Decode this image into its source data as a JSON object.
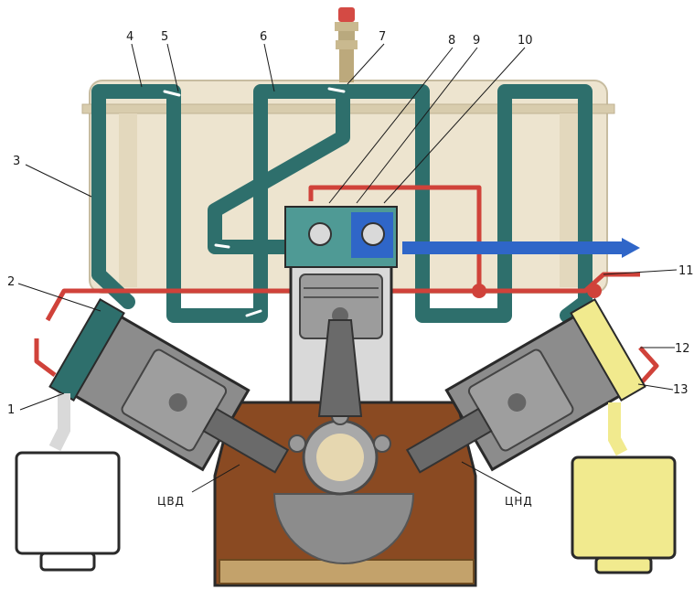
{
  "diagram": {
    "callouts": [
      {
        "id": "c1",
        "text": "1"
      },
      {
        "id": "c2",
        "text": "2"
      },
      {
        "id": "c3",
        "text": "3"
      },
      {
        "id": "c4",
        "text": "4"
      },
      {
        "id": "c5",
        "text": "5"
      },
      {
        "id": "c6",
        "text": "6"
      },
      {
        "id": "c7",
        "text": "7"
      },
      {
        "id": "c8",
        "text": "8"
      },
      {
        "id": "c9",
        "text": "9"
      },
      {
        "id": "c10",
        "text": "10"
      },
      {
        "id": "c11",
        "text": "11"
      },
      {
        "id": "c12",
        "text": "12"
      },
      {
        "id": "c13",
        "text": "13"
      }
    ],
    "cylinder_labels": {
      "high_pressure": "ЦВД",
      "low_pressure": "ЦНД"
    }
  },
  "colors": {
    "cooling_pipe": "#2e6f6c",
    "cooling_pipe_highlight": "#4f9a95",
    "hot_air_line": "#d0423a",
    "discharge_line": "#2f66c8",
    "crankcase_oil": "#8a4a22",
    "intake_filter": "#f1ea8e",
    "cylinder_gray": "#8c8c8c",
    "tank_beige": "#ede4cf"
  }
}
